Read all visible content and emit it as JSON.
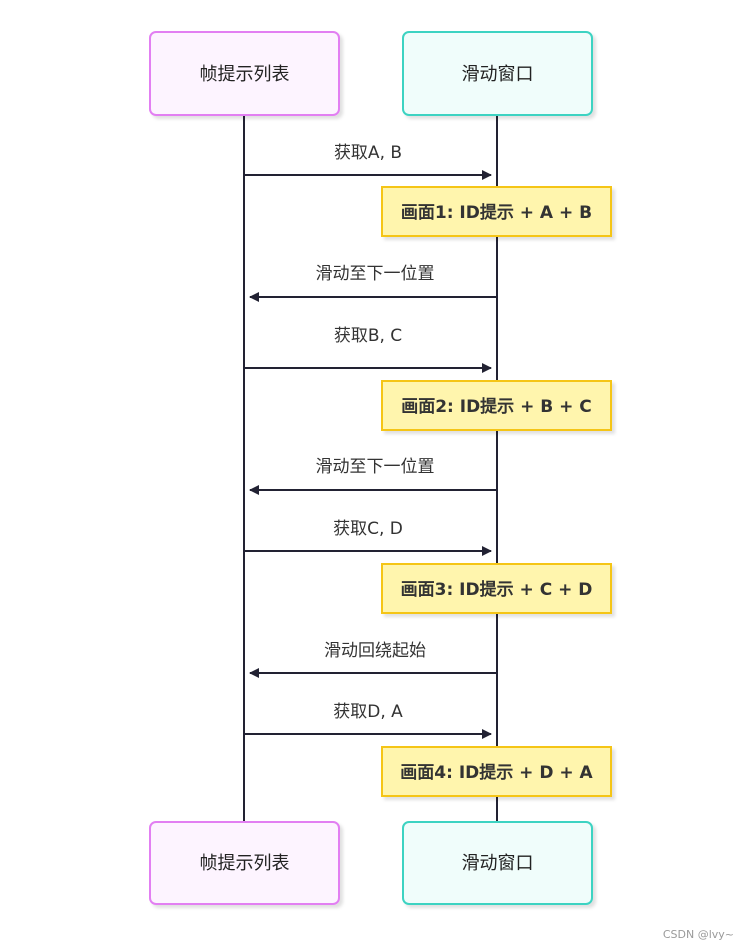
{
  "participants": {
    "left": {
      "label": "帧提示列表"
    },
    "right": {
      "label": "滑动窗口"
    }
  },
  "messages": [
    {
      "text": "获取A, B",
      "direction": "right"
    },
    {
      "text": "滑动至下一位置",
      "direction": "left"
    },
    {
      "text": "获取B, C",
      "direction": "right"
    },
    {
      "text": "滑动至下一位置",
      "direction": "left"
    },
    {
      "text": "获取C, D",
      "direction": "right"
    },
    {
      "text": "滑动回绕起始",
      "direction": "left"
    },
    {
      "text": "获取D, A",
      "direction": "right"
    }
  ],
  "notes": [
    {
      "text": "画面1: ID提示 + A + B"
    },
    {
      "text": "画面2: ID提示 + B + C"
    },
    {
      "text": "画面3: ID提示 + C + D"
    },
    {
      "text": "画面4: ID提示 + D + A"
    }
  ],
  "colors": {
    "left_border": "#e27ff2",
    "left_fill": "#fdf4ff",
    "right_border": "#3ed3c2",
    "right_fill": "#f0fdfb",
    "note_border": "#f5c518",
    "note_fill": "#fff5ad",
    "line": "#222233"
  },
  "watermark": "CSDN @lvy~"
}
